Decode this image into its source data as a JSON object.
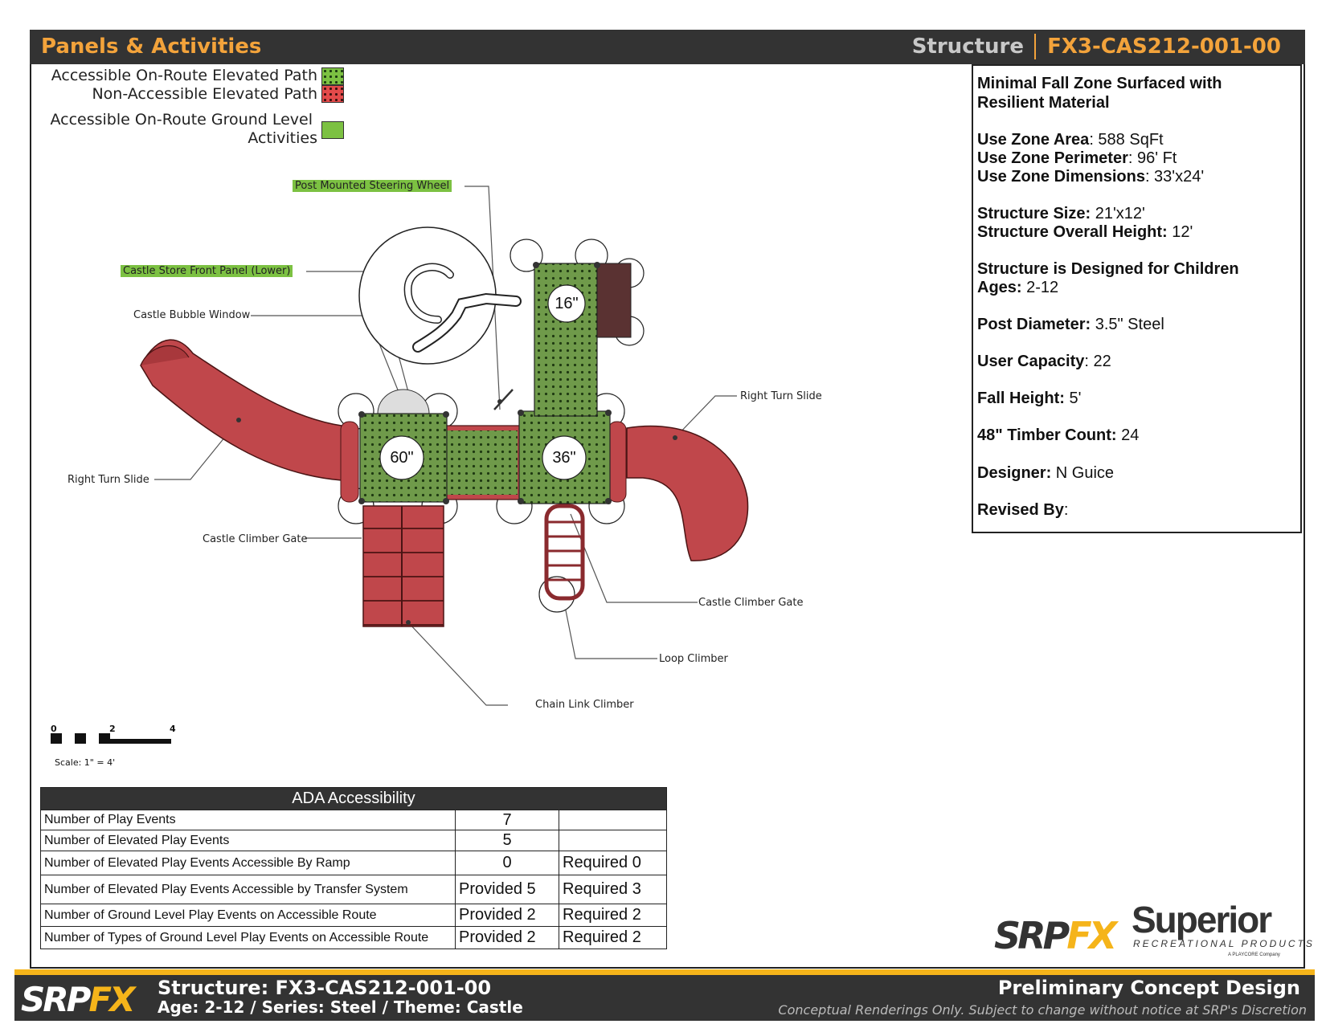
{
  "header": {
    "left_title": "Panels & Activities",
    "structure_label": "Structure",
    "structure_code": "FX3-CAS212-001-00"
  },
  "legend": {
    "elevated_accessible": "Accessible On-Route Elevated Path",
    "elevated_non_accessible": "Non-Accessible Elevated Path",
    "ground_accessible_line1": "Accessible On-Route Ground Level",
    "ground_accessible_line2": "Activities"
  },
  "info": {
    "fall_zone_line1": "Minimal Fall Zone Surfaced with",
    "fall_zone_line2": "Resilient Material",
    "use_zone_area_label": "Use Zone Area",
    "use_zone_area_value": ": 588 SqFt",
    "use_zone_perimeter_label": "Use Zone Perimeter",
    "use_zone_perimeter_value": ": 96' Ft",
    "use_zone_dimensions_label": "Use Zone Dimensions",
    "use_zone_dimensions_value": ": 33'x24'",
    "structure_size_label": "Structure Size:",
    "structure_size_value": " 21'x12'",
    "overall_height_label": "Structure Overall Height:",
    "overall_height_value": " 12'",
    "designed_for_line1": "Structure is Designed for Children",
    "ages_label": "Ages:",
    "ages_value": " 2-12",
    "post_diameter_label": "Post Diameter:",
    "post_diameter_value": " 3.5\" Steel",
    "user_capacity_label": "User Capacity",
    "user_capacity_value": ": 22",
    "fall_height_label": "Fall Height:",
    "fall_height_value": " 5'",
    "timber_count_label": "48\" Timber Count:",
    "timber_count_value": " 24",
    "designer_label": "Designer:",
    "designer_value": " N Guice",
    "revised_by_label": "Revised By",
    "revised_by_value": ":"
  },
  "callouts": {
    "steering_wheel": "Post Mounted Steering Wheel",
    "store_front": "Castle Store Front Panel (Lower)",
    "bubble_window": "Castle Bubble Window",
    "right_turn_slide_left": "Right Turn Slide",
    "right_turn_slide_right": "Right Turn Slide",
    "climber_gate_left": "Castle Climber Gate",
    "climber_gate_right": "Castle Climber Gate",
    "loop_climber": "Loop Climber",
    "chain_link_climber": "Chain Link Climber"
  },
  "deck_heights": {
    "deck_a": "60\"",
    "deck_b": "36\"",
    "deck_c": "16\""
  },
  "scale": {
    "tick_0": "0",
    "tick_2": "2",
    "tick_4": "4",
    "caption": "Scale: 1\" = 4'"
  },
  "ada": {
    "title": "ADA Accessibility",
    "rows": [
      {
        "label": "Number of Play Events",
        "provided": "7",
        "required": ""
      },
      {
        "label": "Number of Elevated Play Events",
        "provided": "5",
        "required": ""
      },
      {
        "label": "Number of Elevated Play Events Accessible By Ramp",
        "provided": "0",
        "required": "Required 0"
      },
      {
        "label": "Number of Elevated Play Events Accessible by Transfer System",
        "provided": "Provided 5",
        "required": "Required 3"
      },
      {
        "label": "Number of Ground Level Play Events on Accessible Route",
        "provided": "Provided 2",
        "required": "Required 2"
      },
      {
        "label": "Number of Types of Ground Level Play Events on Accessible Route",
        "provided": "Provided 2",
        "required": "Required 2"
      }
    ]
  },
  "brand": {
    "srp_a": "SRP",
    "srp_b": "FX",
    "superior": "Superior",
    "superior_sub": "RECREATIONAL PRODUCTS",
    "superior_tiny": "A PLAYCORE Company"
  },
  "footer": {
    "structure_line": "Structure: FX3-CAS212-001-00",
    "details_line": "Age: 2-12 / Series: Steel / Theme: Castle",
    "concept_title": "Preliminary Concept Design",
    "disclaimer": "Conceptual Renderings Only. Subject to change without notice at SRP's Discretion"
  },
  "colors": {
    "header_bg": "#333333",
    "accent_orange": "#f3a33b",
    "deck_green": "#6f9a4a",
    "slide_red": "#c0474b",
    "ground_green": "#7cc142"
  }
}
